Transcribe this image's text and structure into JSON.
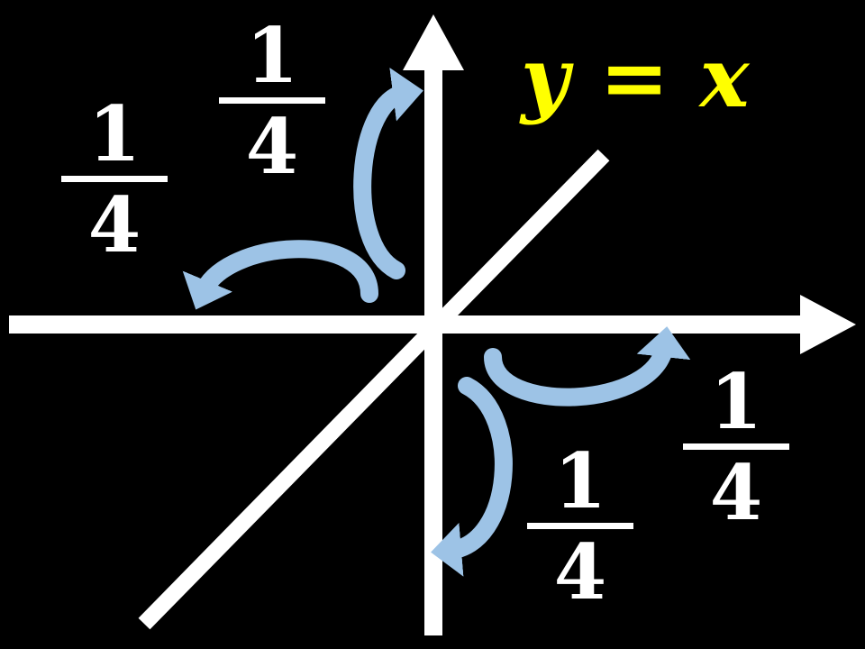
{
  "equation": {
    "lhs": "y",
    "sign": "=",
    "rhs": "x",
    "color": "#FFFF00"
  },
  "fractions": [
    {
      "numerator": "1",
      "denominator": "4"
    },
    {
      "numerator": "1",
      "denominator": "4"
    },
    {
      "numerator": "1",
      "denominator": "4"
    },
    {
      "numerator": "1",
      "denominator": "4"
    }
  ],
  "colors": {
    "background": "#000000",
    "axis": "#FFFFFF",
    "arrow": "#9DC3E6",
    "text": "#FFFFFF"
  }
}
